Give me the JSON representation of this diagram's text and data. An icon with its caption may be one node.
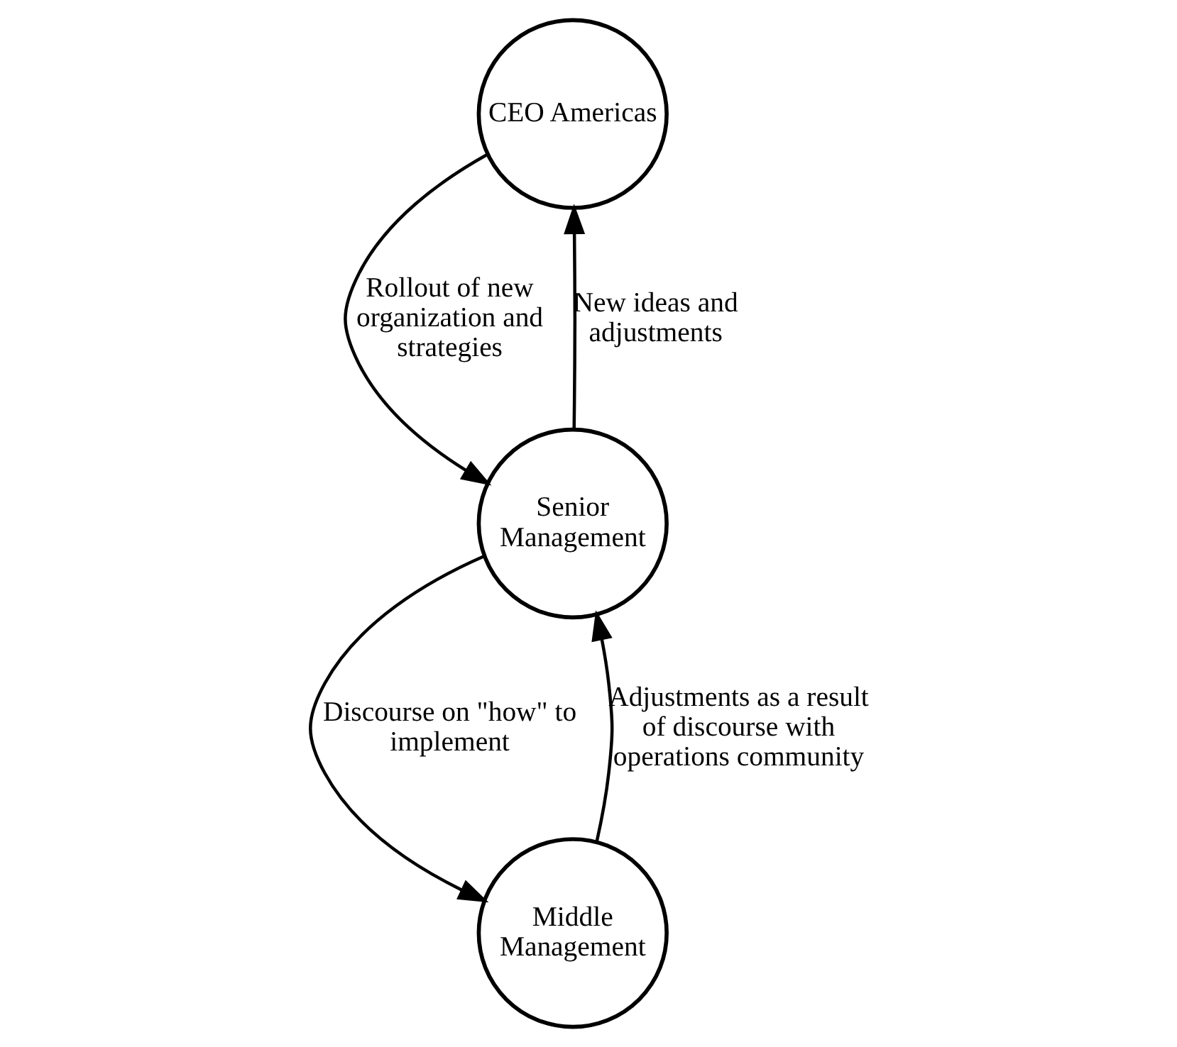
{
  "diagram": {
    "nodes": [
      {
        "text": [
          "CEO Americas"
        ]
      },
      {
        "text": [
          "Senior Management"
        ]
      },
      {
        "text": [
          "Middle Management"
        ]
      }
    ],
    "edges": [
      {
        "from": 0,
        "to": 1,
        "arrow": "to",
        "label": "Rollout of new organization and strategies"
      },
      {
        "from": 1,
        "to": 0,
        "arrow": "to",
        "label": "New ideas and adjustments"
      },
      {
        "from": 1,
        "to": 2,
        "arrow": "to",
        "label": "Discourse on \"how\" to implement"
      },
      {
        "from": 2,
        "to": 1,
        "arrow": "to",
        "label": "Adjustments as a result of discourse with operations community"
      }
    ]
  }
}
